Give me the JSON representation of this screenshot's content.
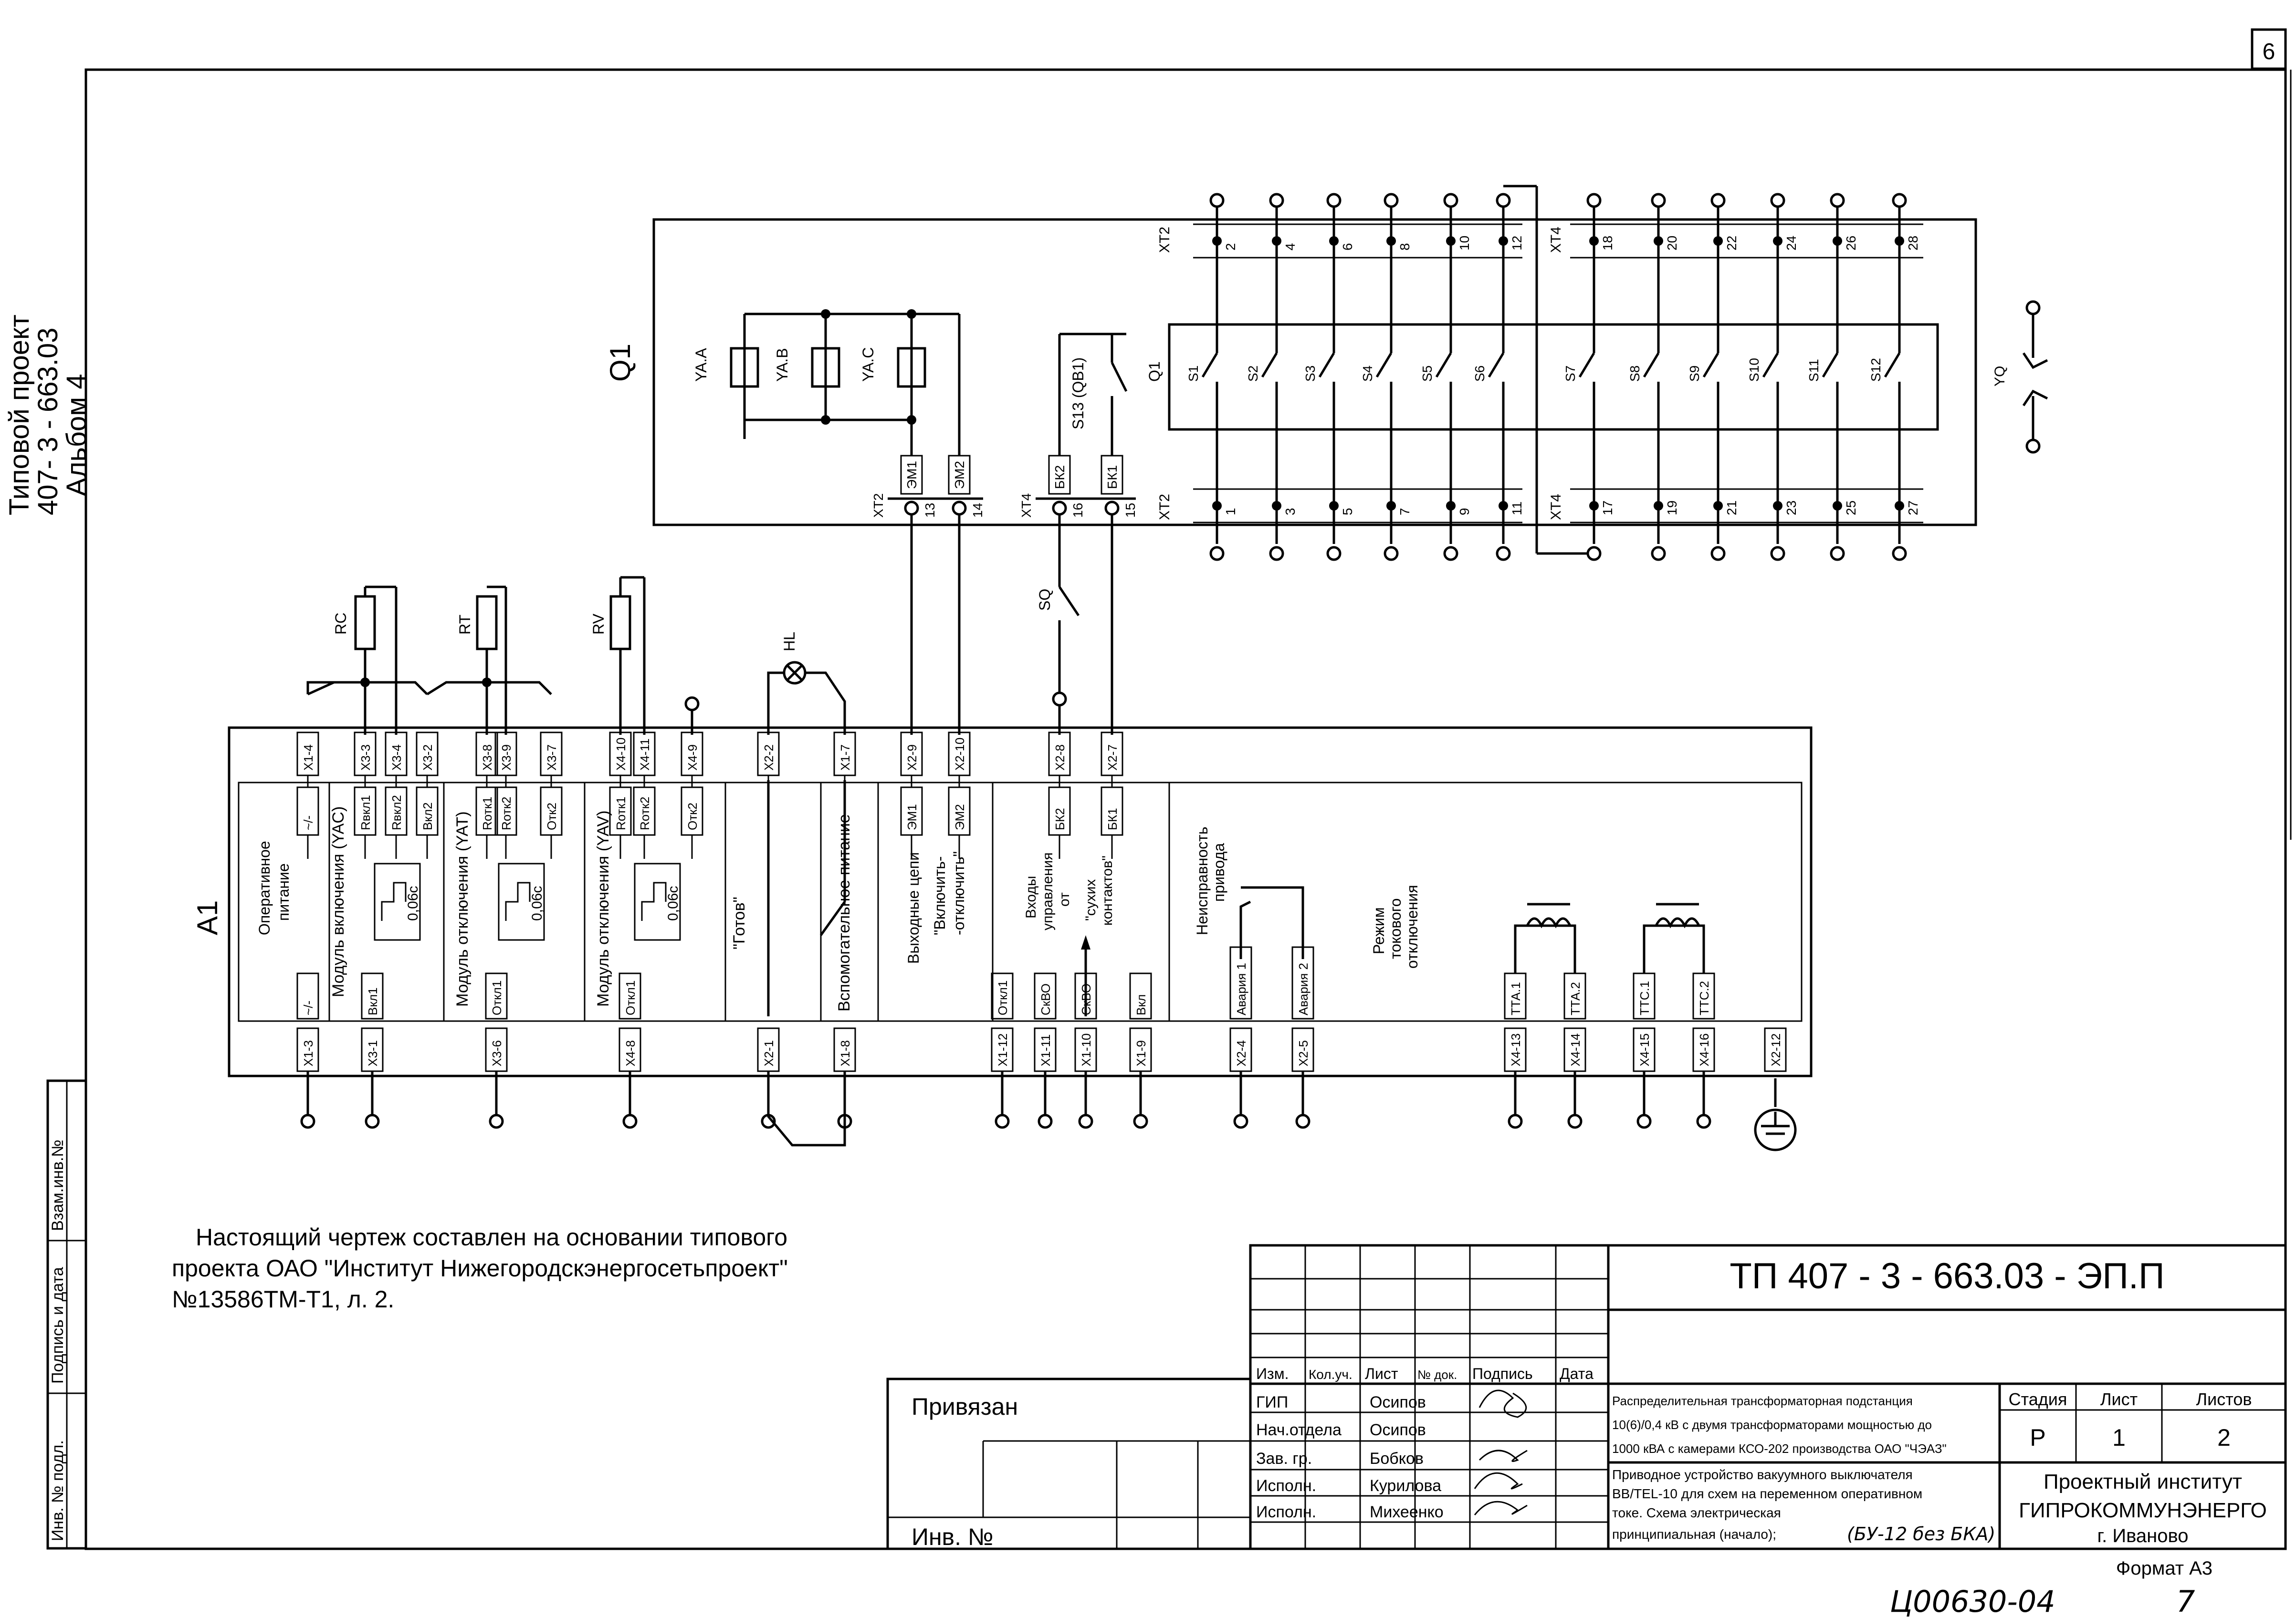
{
  "sheet": {
    "page_number": "6",
    "side_title": [
      "Типовой проект",
      "407- 3 - 663.03",
      "Альбом 4"
    ],
    "side_stamp": [
      "Взам.инв.№",
      "Подпись и дата",
      "Инв. № подл."
    ]
  },
  "q1": {
    "label": "Q1",
    "coils": [
      "YA.A",
      "YA.B",
      "YA.C"
    ],
    "coil_terminals": [
      {
        "num": "13",
        "name": "ЭМ1"
      },
      {
        "num": "14",
        "name": "ЭМ2"
      }
    ],
    "coil_strip": "XT2",
    "aux_switch": "S13 (QB1)",
    "aux_terminals": [
      {
        "num": "16",
        "name": "БК2"
      },
      {
        "num": "15",
        "name": "БК1"
      }
    ],
    "aux_strip": "XT4",
    "contact_group": "Q1",
    "xt2_top": [
      "2",
      "4",
      "6",
      "8",
      "10",
      "12"
    ],
    "xt2_bottom": [
      "1",
      "3",
      "5",
      "7",
      "9",
      "11"
    ],
    "xt4_top": [
      "18",
      "20",
      "22",
      "24",
      "26",
      "28"
    ],
    "xt4_bottom": [
      "17",
      "19",
      "21",
      "23",
      "25",
      "27"
    ],
    "switches": [
      "S1",
      "S2",
      "S3",
      "S4",
      "S5",
      "S6",
      "S7",
      "S8",
      "S9",
      "S10",
      "S11",
      "S12"
    ],
    "strip_labels": [
      "XT2",
      "XT4"
    ],
    "yq": "YQ"
  },
  "external": {
    "rc": "RC",
    "rt": "RT",
    "rv": "RV",
    "hl": "HL",
    "sq": "SQ"
  },
  "a1": {
    "label": "A1",
    "top_terminals": [
      "X1-4",
      "X3-3",
      "X3-4",
      "X3-2",
      "X3-8",
      "X3-9",
      "X3-7",
      "X4-10",
      "X4-11",
      "X4-9",
      "X2-2",
      "X1-7",
      "X2-9",
      "X2-10",
      "X2-8",
      "X2-7"
    ],
    "bottom_terminals": [
      "X1-3",
      "X3-1",
      "X3-6",
      "X4-8",
      "X2-1",
      "X1-8",
      "X1-12",
      "X1-11",
      "X1-10",
      "X1-9",
      "X2-4",
      "X2-5",
      "X4-13",
      "X4-14",
      "X4-15",
      "X4-16",
      "X2-12"
    ],
    "inner_top": [
      "~/-",
      "Rвкл1",
      "Rвкл2",
      "Вкл2",
      "Rотк1",
      "Rотк2",
      "Отк2",
      "Rотк1",
      "Rотк2",
      "Отк2",
      "ЭМ1",
      "ЭМ2",
      "БК2",
      "БК1"
    ],
    "inner_bottom": [
      "~/-",
      "Вкл1",
      "Откл1",
      "Откл1",
      "Откл1",
      "СкВО",
      "СкВО",
      "Вкл",
      "Авария 1",
      "Авария 2",
      "ТТА.1",
      "ТТА.2",
      "ТТС.1",
      "ТТС.2"
    ],
    "timers": [
      "0,06с",
      "0,06с",
      "0,06с"
    ],
    "sections": {
      "power": [
        "Оперативное",
        "питание"
      ],
      "on": "Модуль включения (YAC)",
      "off": "Модуль отключения (YAT)",
      "off2": "Модуль отключения (YAV)",
      "ready": "\"Готов\"",
      "aux": "Вспомогательное питание",
      "outputs": [
        "Выходные цепи",
        "\"Включить-",
        "-отключить\""
      ],
      "inputs": [
        "Входы",
        "управления",
        "от",
        "\"сухих",
        "контактов\""
      ],
      "fault": [
        "Неисправность",
        "привода"
      ],
      "trip": [
        "Режим",
        "токового",
        "отключения"
      ]
    }
  },
  "note": [
    "Настоящий чертеж составлен на основании типового",
    "проекта ОАО \"Институт Нижегородскэнергосетьпроект\"",
    "№13586ТМ-Т1, л. 2."
  ],
  "title_block": {
    "code": "ТП  407 - 3 - 663.03 - ЭП.П",
    "bound": "Привязан",
    "inv": "Инв. №",
    "headers": [
      "Изм.",
      "Кол.уч.",
      "Лист",
      "№ док.",
      "Подпись",
      "Дата"
    ],
    "roles": [
      {
        "role": "ГИП",
        "name": "Осипов"
      },
      {
        "role": "Нач.отдела",
        "name": "Осипов"
      },
      {
        "role": "Зав. гр.",
        "name": "Бобков"
      },
      {
        "role": "Исполн.",
        "name": "Курилова"
      },
      {
        "role": "Исполн.",
        "name": "Михеенко"
      }
    ],
    "object": [
      "Распределительная трансформаторная подстанция",
      "10(6)/0,4 кВ с двумя трансформаторами мощностью до",
      "1000 кВА с камерами КСО-202 производства ОАО \"ЧЭАЗ\""
    ],
    "sheet_title": [
      "Приводное устройство вакуумного выключателя",
      "BB/TEL-10 для схем на переменном оперативном",
      "токе.              Схема электрическая",
      "принципиальная (начало);"
    ],
    "handwritten_note": "(БУ-12 без БКА)",
    "stage_headers": [
      "Стадия",
      "Лист",
      "Листов"
    ],
    "stage_values": [
      "Р",
      "1",
      "2"
    ],
    "org": [
      "Проектный институт",
      "ГИПРОКОММУНЭНЕРГО",
      "г. Иваново"
    ],
    "format": "Формат А3",
    "archive_no": "Ц00630-04",
    "archive_sheet": "7"
  }
}
